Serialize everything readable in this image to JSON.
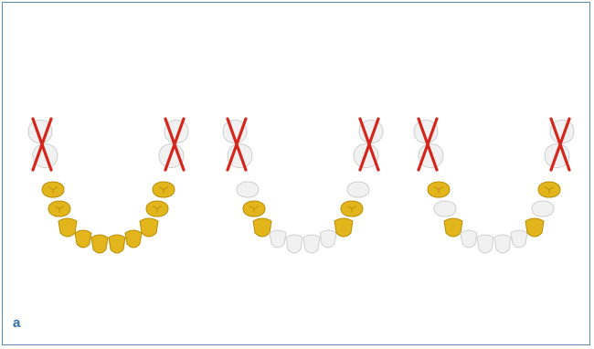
{
  "figure": {
    "panel_label": "a",
    "frame_color": "#5b8db3",
    "label_color": "#2f6fa3"
  },
  "colors": {
    "restored_tooth": "#e2b51c",
    "restored_tooth_dark": "#b98f0a",
    "natural_tooth": "#f1f1f1",
    "natural_tooth_edge": "#cfcfcf",
    "missing_mark": "#d5261d"
  },
  "arches": [
    {
      "name": "arch-1",
      "missing_molars": [
        "left-second-molar",
        "left-first-molar",
        "right-second-molar",
        "right-first-molar"
      ],
      "restored_teeth": [
        "left-second-premolar",
        "left-first-premolar",
        "left-canine",
        "left-lateral-incisor",
        "left-central-incisor",
        "right-central-incisor",
        "right-lateral-incisor",
        "right-canine",
        "right-first-premolar",
        "right-second-premolar"
      ]
    },
    {
      "name": "arch-2",
      "missing_molars": [
        "left-second-molar",
        "left-first-molar",
        "right-second-molar",
        "right-first-molar"
      ],
      "restored_teeth": [
        "left-first-premolar",
        "left-canine",
        "right-canine",
        "right-first-premolar"
      ]
    },
    {
      "name": "arch-3",
      "missing_molars": [
        "left-second-molar",
        "left-first-molar",
        "right-second-molar",
        "right-first-molar"
      ],
      "restored_teeth": [
        "left-second-premolar",
        "left-canine",
        "right-canine",
        "right-second-premolar"
      ]
    }
  ]
}
